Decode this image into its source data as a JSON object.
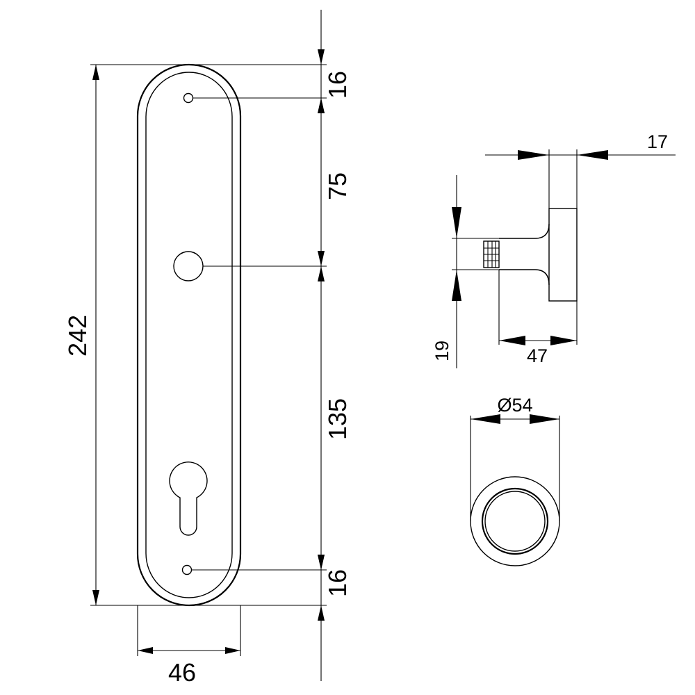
{
  "dimensions": {
    "plate_height": "242",
    "plate_width": "46",
    "top_offset": "16",
    "screw_to_handle": "75",
    "handle_to_cylinder": "135",
    "bottom_offset": "16",
    "rose_thickness": "17",
    "spindle_size": "19",
    "knob_projection": "47",
    "rose_diameter": "Ø54"
  }
}
